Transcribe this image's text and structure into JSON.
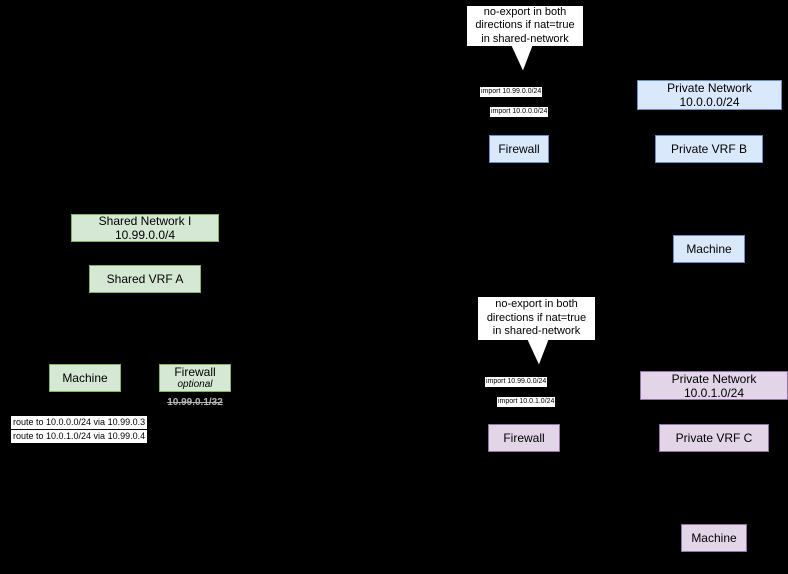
{
  "colors": {
    "background": "#000000",
    "green_fill": "#d5e8d4",
    "green_border": "#82b366",
    "blue_fill": "#dae8fc",
    "blue_border": "#6c8ebf",
    "purple_fill": "#e1d5e7",
    "purple_border": "#9673a6",
    "callout_fill": "#ffffff",
    "callout_border": "#000000"
  },
  "callouts": {
    "top": {
      "text": "no-export in both directions if nat=true in shared-network"
    },
    "middle": {
      "text": "no-export in both directions if nat=true in shared-network"
    }
  },
  "edge_labels": {
    "import_shared_b": "import 10.99.0.0/24",
    "import_private_b": "import 10.0.0.0/24",
    "import_shared_c": "import 10.99.0.0/24",
    "import_private_c": "import 10.0.1.0/24"
  },
  "nodes": {
    "private_network_b": {
      "title": "Private Network",
      "subtitle": "10.0.0.0/24"
    },
    "firewall_b": {
      "label": "Firewall"
    },
    "private_vrf_b": {
      "label": "Private VRF B"
    },
    "machine_b": {
      "label": "Machine"
    },
    "shared_network": {
      "title": "Shared Network I",
      "subtitle": "10.99.0.0/4"
    },
    "shared_vrf_a": {
      "label": "Shared VRF A"
    },
    "machine_a": {
      "label": "Machine"
    },
    "firewall_a": {
      "label": "Firewall",
      "note": "optional",
      "old_ip": "10.99.0.1/32"
    },
    "private_network_c": {
      "title": "Private Network",
      "subtitle": "10.0.1.0/24"
    },
    "firewall_c": {
      "label": "Firewall"
    },
    "private_vrf_c": {
      "label": "Private VRF C"
    },
    "machine_c": {
      "label": "Machine"
    }
  },
  "route_labels": [
    "route to 10.0.0.0/24 via 10.99.0.3",
    "route to 10.0.1.0/24 via 10.99.0.4"
  ]
}
